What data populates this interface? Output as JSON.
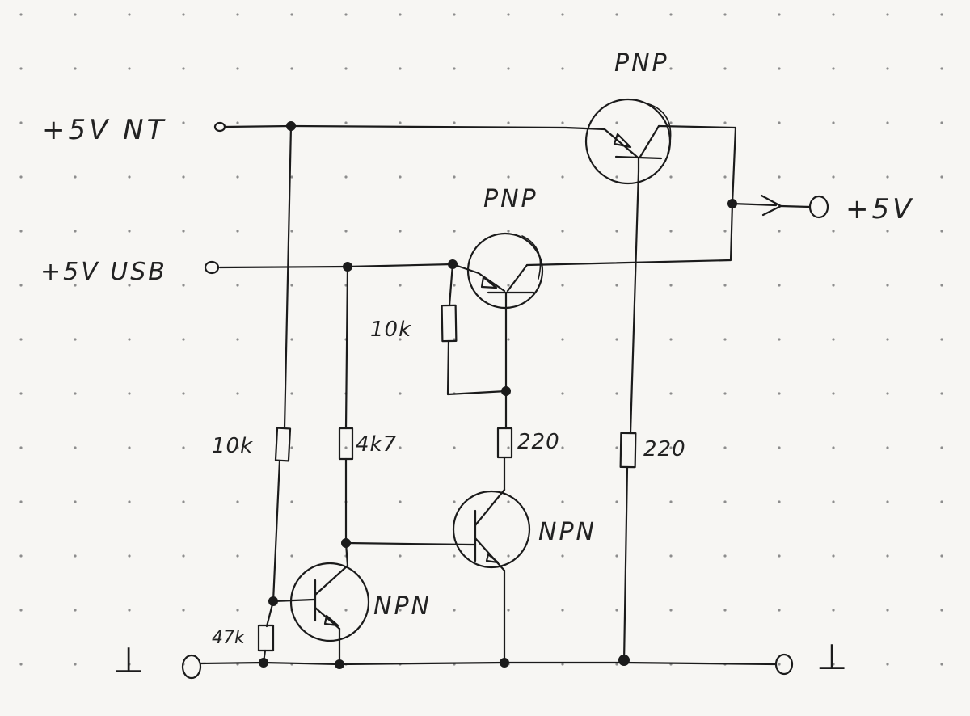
{
  "terminals": {
    "in_nt": "+5V NT",
    "in_usb": "+5V USB",
    "out": "+5V",
    "gnd_left": "⊥",
    "gnd_right": "⊥"
  },
  "transistors": {
    "q_top": "PNP",
    "q_mid": "PNP",
    "q_lower": "NPN",
    "q_bottom": "NPN"
  },
  "resistors": {
    "r_base_mid": "10k",
    "r_left": "10k",
    "r_4k7": "4k7",
    "r_220_a": "220",
    "r_220_b": "220",
    "r_47k": "47k"
  }
}
